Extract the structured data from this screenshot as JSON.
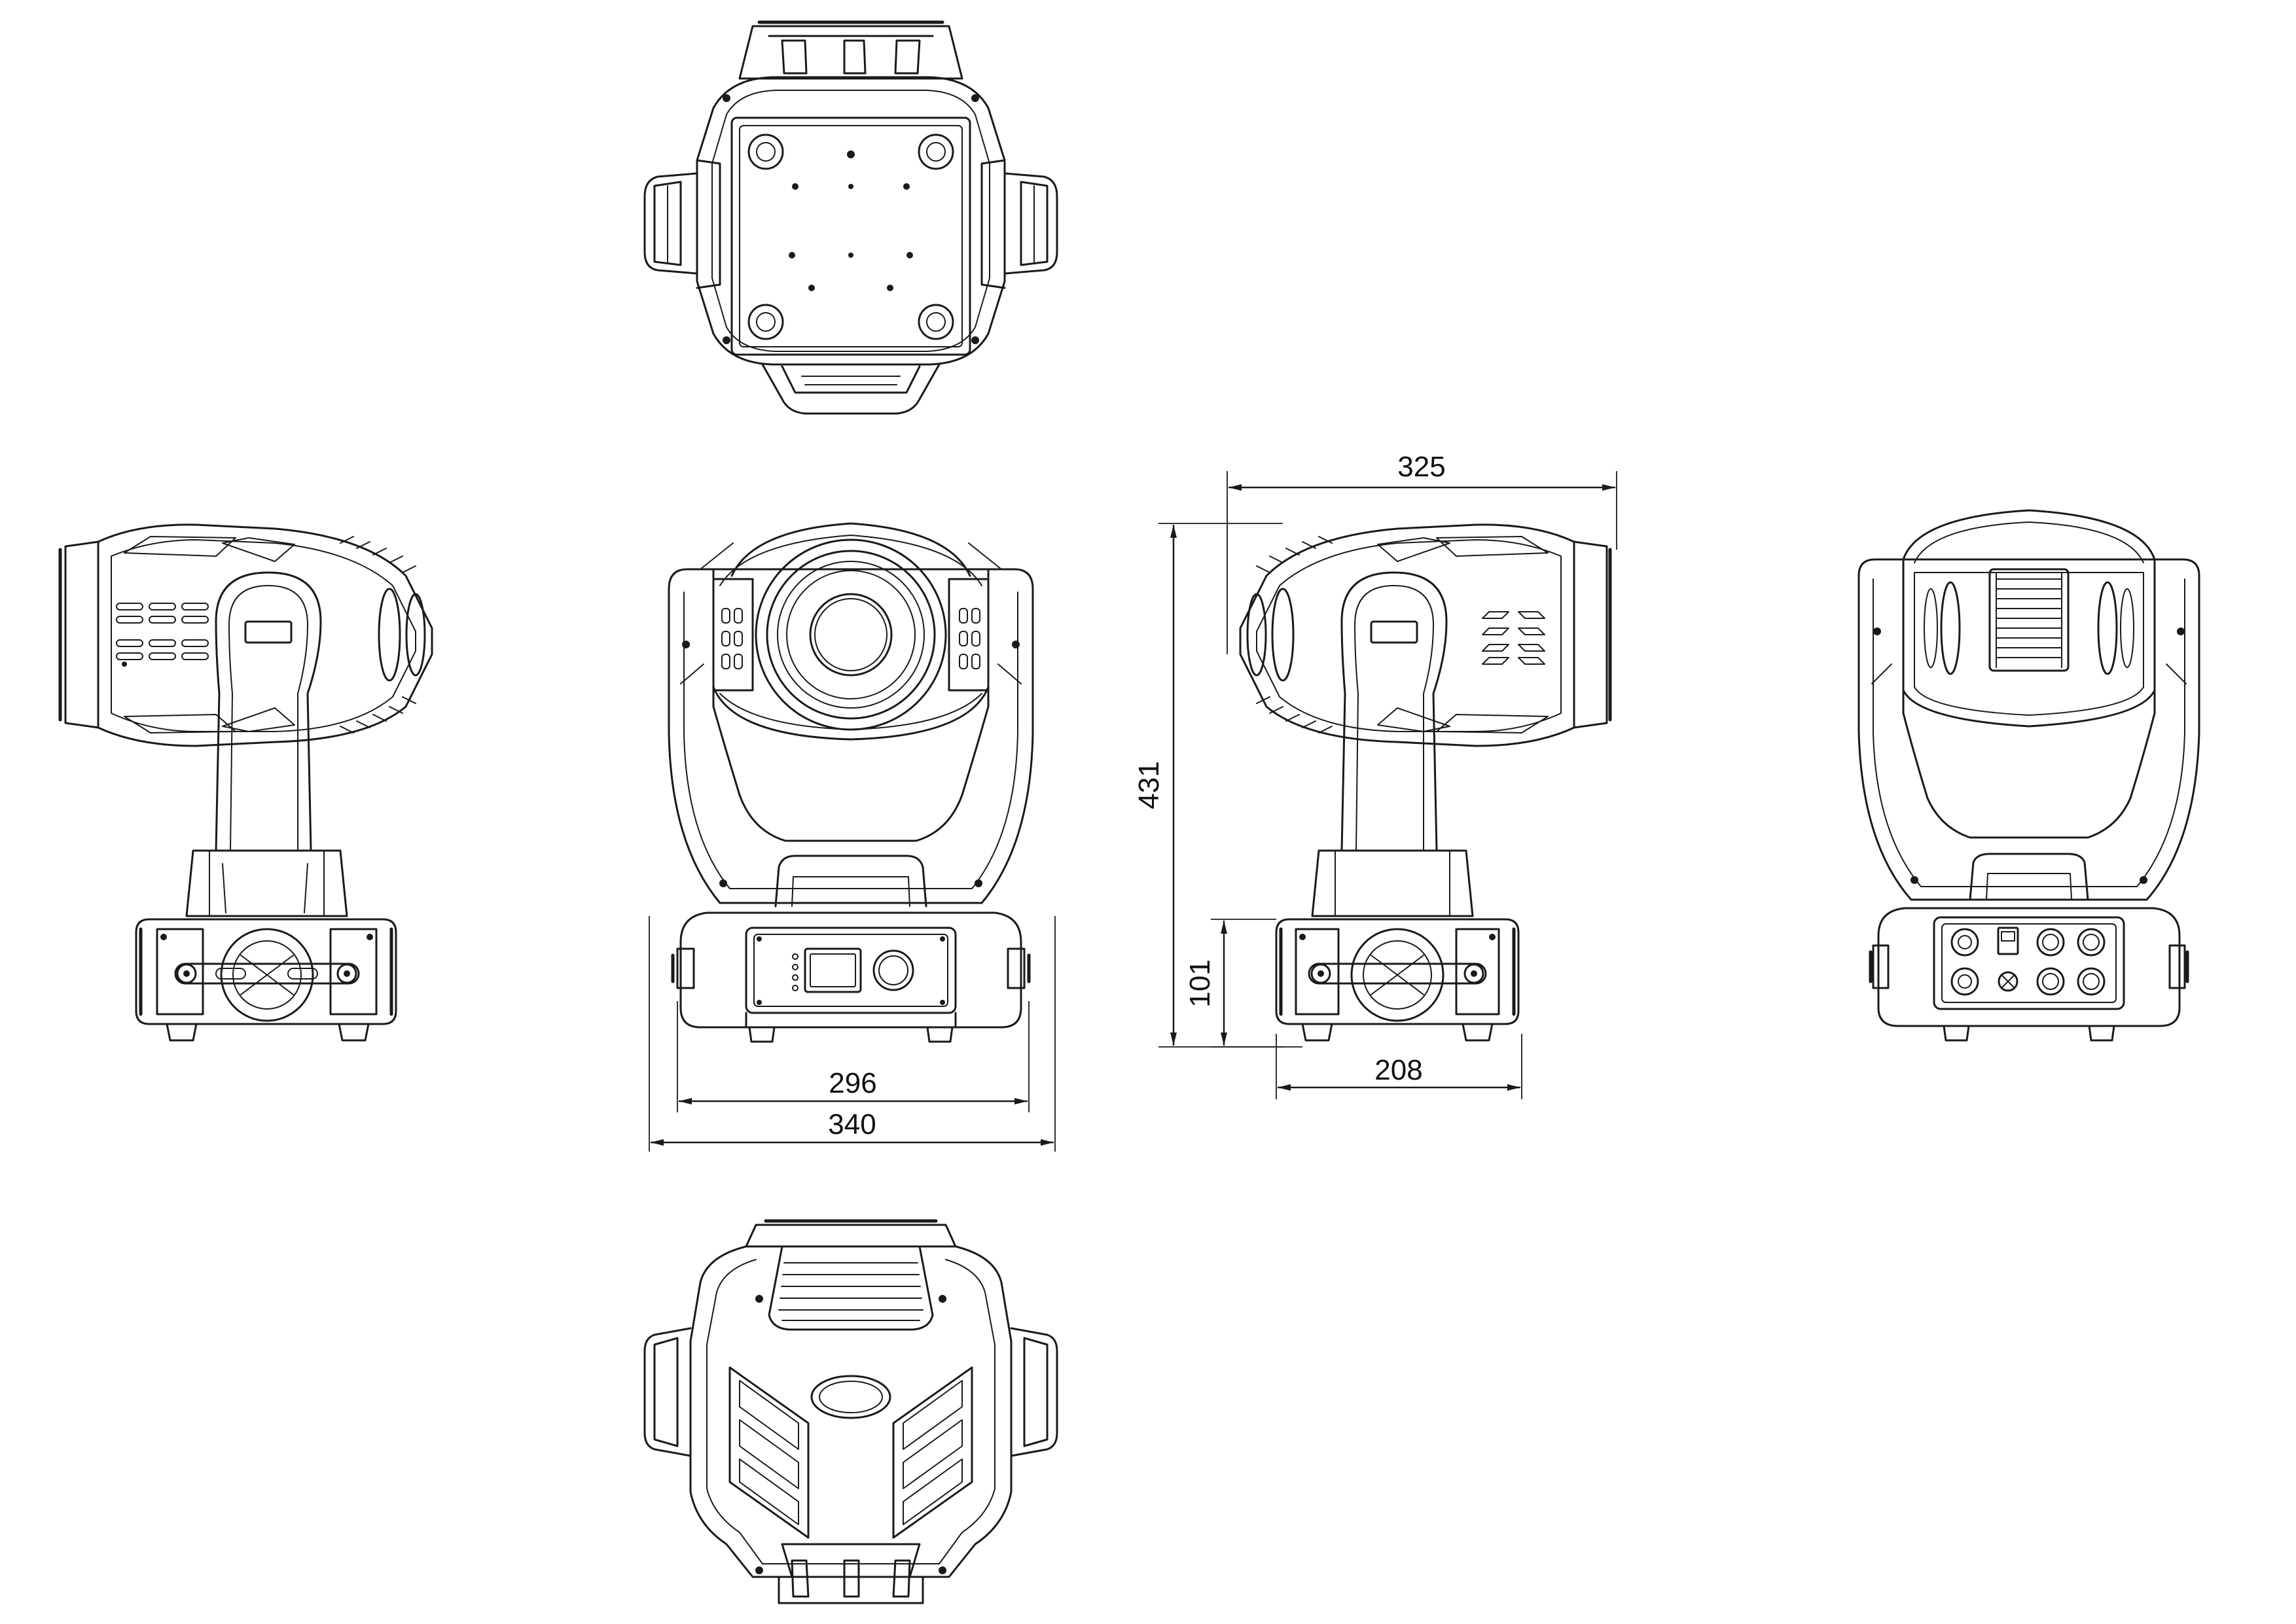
{
  "dimensions": {
    "side_depth": "325",
    "overall_height": "431",
    "base_height": "101",
    "handle_width": "296",
    "overall_width": "340",
    "base_depth": "208"
  }
}
